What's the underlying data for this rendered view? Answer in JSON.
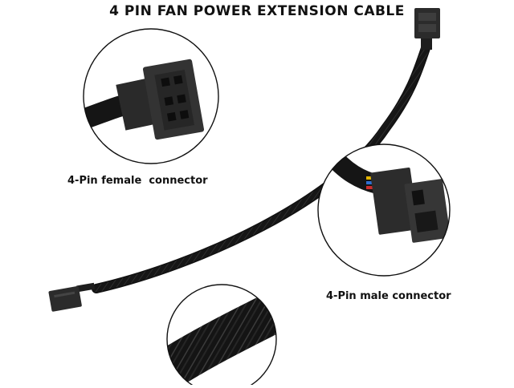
{
  "title": "4 PIN FAN POWER EXTENSION CABLE",
  "callouts": {
    "female": {
      "label": "4-Pin female  connector"
    },
    "male": {
      "label": "4-Pin male connector"
    }
  },
  "colors": {
    "cable": "#151515",
    "connector": "#2a2a2a",
    "circle_outline": "#111111",
    "background": "#ffffff"
  }
}
